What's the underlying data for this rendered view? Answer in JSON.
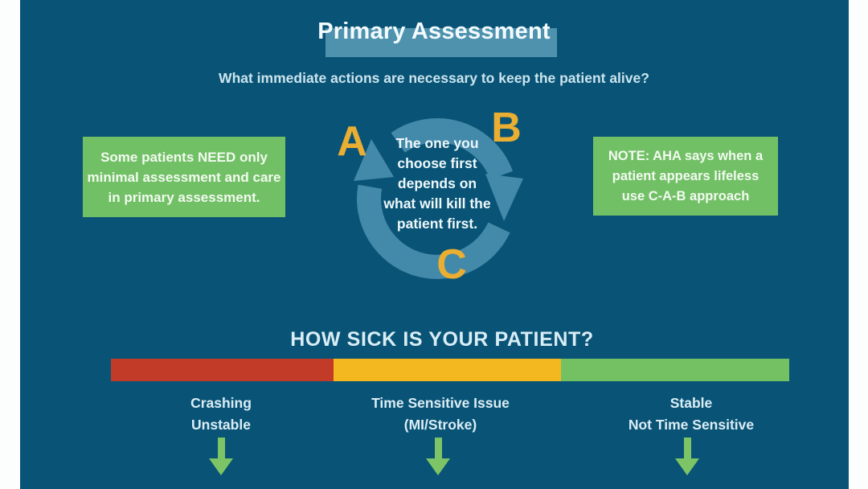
{
  "canvas": {
    "background": "#095476",
    "side_margin_color": "#fcfefd"
  },
  "header": {
    "title": "Primary Assessment",
    "title_highlight_color": "#4e92ae",
    "subtitle": "What immediate actions are necessary to keep the patient alive?"
  },
  "abc_cycle": {
    "letter_a": "A",
    "letter_b": "B",
    "letter_c": "C",
    "letter_color": "#e9ae32",
    "ring_color": "#4389aa",
    "center_lines": [
      "The one you",
      "choose first",
      "depends on",
      "what will kill the",
      "patient first."
    ]
  },
  "note_left": {
    "bg": "#72c066",
    "lines": [
      "Some patients NEED only",
      "minimal assessment and care",
      "in primary assessment."
    ]
  },
  "note_right": {
    "bg": "#72c066",
    "lines": [
      "NOTE: AHA says when a",
      "patient appears lifeless",
      "use C-A-B approach"
    ]
  },
  "triage": {
    "heading": "HOW SICK IS YOUR PATIENT?",
    "arrow_color": "#7cc465",
    "segments": [
      {
        "color": "#c23b28",
        "line1": "Crashing",
        "line2": "Unstable"
      },
      {
        "color": "#f3b71f",
        "line1": "Time Sensitive Issue",
        "line2": "(MI/Stroke)"
      },
      {
        "color": "#74c163",
        "line1": "Stable",
        "line2": "Not Time Sensitive"
      }
    ]
  }
}
